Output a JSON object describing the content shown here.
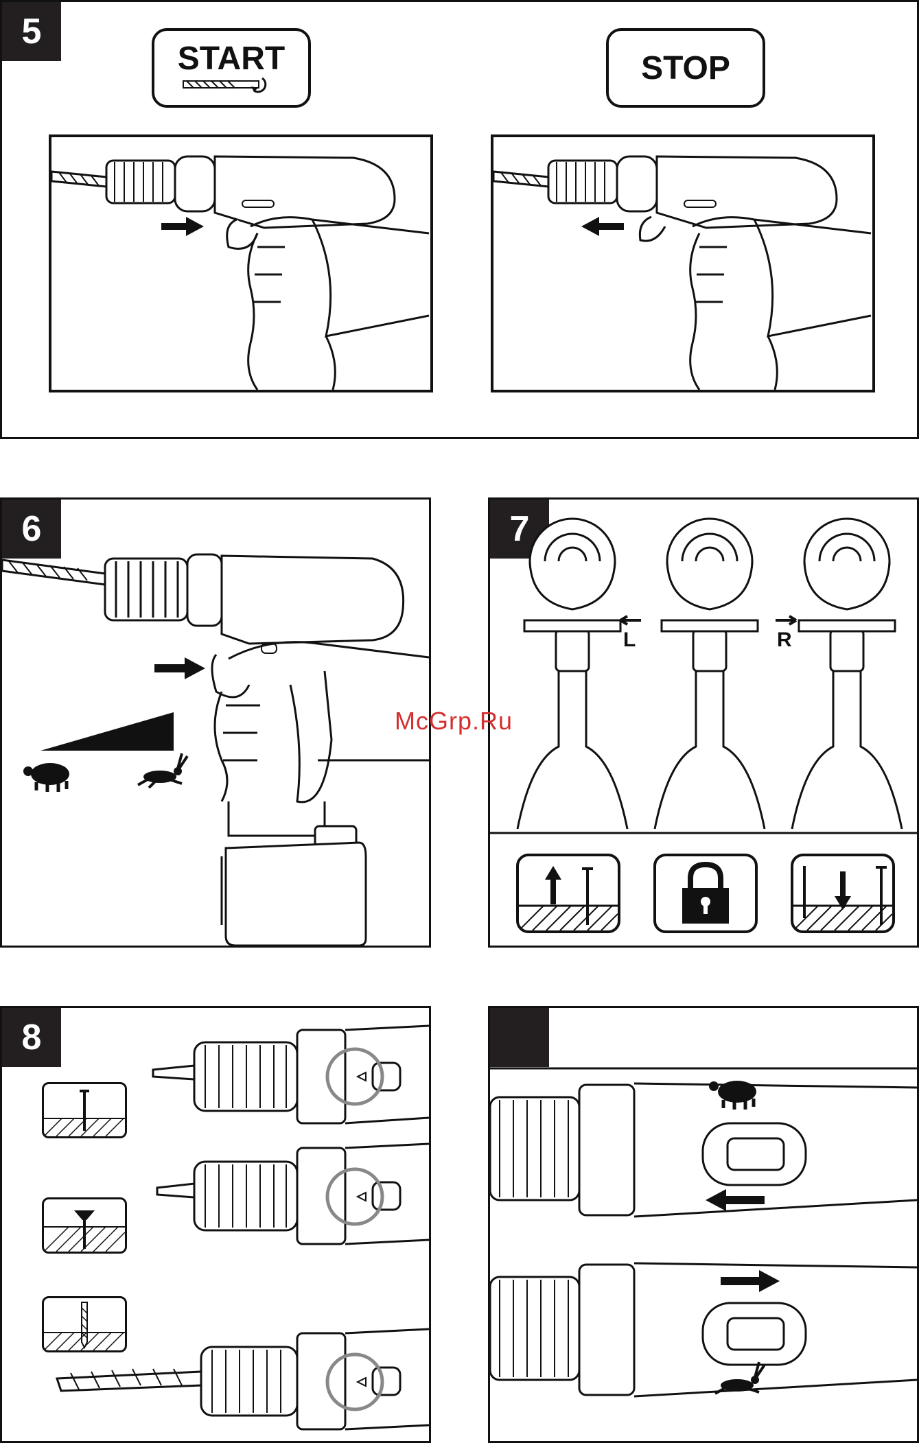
{
  "panels": {
    "p5": {
      "number": "5",
      "start_label": "START",
      "stop_label": "STOP"
    },
    "p6": {
      "number": "6"
    },
    "p7": {
      "number": "7",
      "left_label": "L",
      "right_label": "R"
    },
    "p8": {
      "number": "8"
    },
    "p9": {
      "number": ""
    }
  },
  "watermark": "McGrp.Ru",
  "colors": {
    "ink": "#111111",
    "badge": "#231f20",
    "watermark": "#d32f2f",
    "ring": "#888888"
  }
}
